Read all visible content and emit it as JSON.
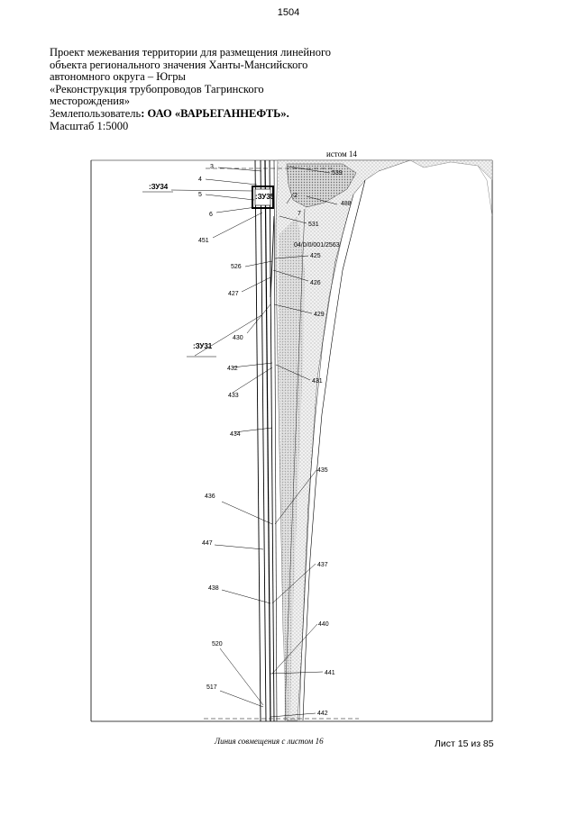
{
  "page_number": "1504",
  "title_lines": [
    "Проект межевания территории для размещения линейного",
    "объекта регионального значения Ханты-Мансийского",
    "автономного округа – Югры",
    "«Реконструкция трубопроводов Тагринского",
    "месторождения»"
  ],
  "land_user_label": "Землепользователь",
  "land_user_value": ": ОАО «ВАРЬЕГАННЕФТЬ».",
  "scale": "Масштаб 1:5000",
  "top_edge_label": "истом 14",
  "bottom_edge_label": "Линия совмещения с листом 16",
  "sheet_label": "Лист 15 из 85",
  "parcels": {
    "zu34": ":ЗУ34",
    "zu35": ":ЗУ35",
    "zu31": ":ЗУ31",
    "cadastral": "04/0/0/001/2563"
  },
  "points": {
    "p3": "3",
    "p4": "4",
    "p5": "5",
    "p6": "6",
    "p7": "7",
    "p2": "2",
    "p451": "451",
    "p526": "526",
    "p427": "427",
    "p430": "430",
    "p432": "432",
    "p433": "433",
    "p434": "434",
    "p436": "436",
    "p447": "447",
    "p438": "438",
    "p520": "520",
    "p517": "517",
    "p539": "539",
    "p488": "488",
    "p531": "531",
    "p425": "425",
    "p426": "426",
    "p429": "429",
    "p431": "431",
    "p435": "435",
    "p437": "437",
    "p440": "440",
    "p441": "441",
    "p442": "442"
  }
}
